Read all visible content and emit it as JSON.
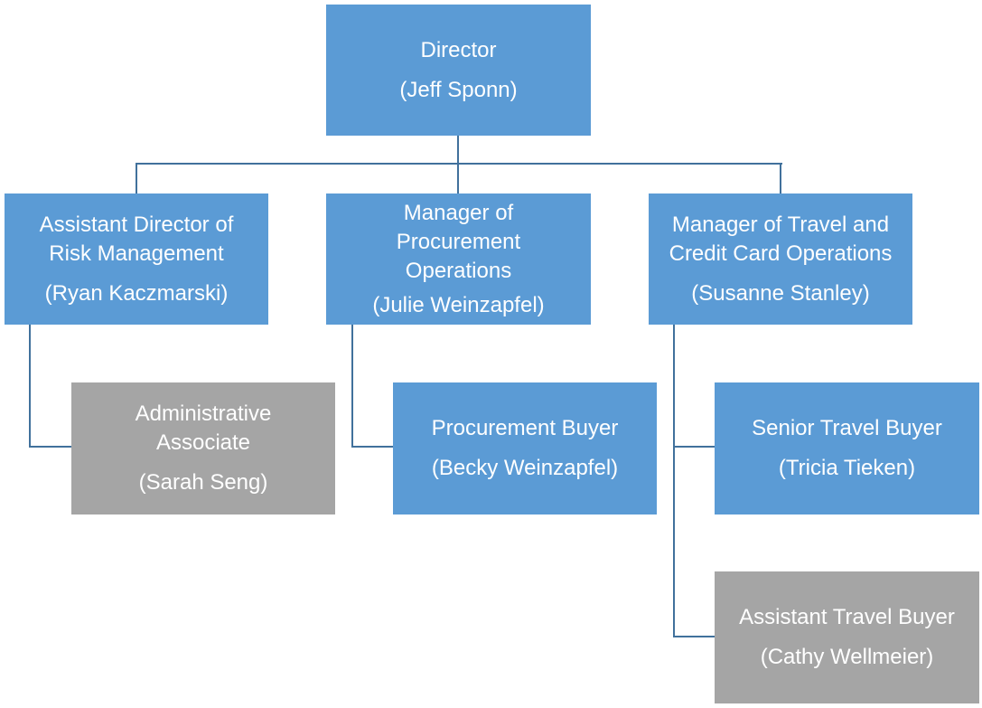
{
  "colors": {
    "primary_box": "#5B9BD5",
    "secondary_box": "#A5A5A5",
    "connector": "#41719C",
    "text": "#FFFFFF"
  },
  "org_chart": {
    "director": {
      "title": "Director",
      "name": "(Jeff Sponn)"
    },
    "managers": [
      {
        "title_lines": [
          "Assistant Director of",
          "Risk Management"
        ],
        "name": "(Ryan Kaczmarski)",
        "reports": [
          {
            "title_lines": [
              "Administrative",
              "Associate"
            ],
            "name": "(Sarah Seng)",
            "style": "gray"
          }
        ]
      },
      {
        "title_lines": [
          "Manager of",
          "Procurement",
          "Operations"
        ],
        "name": "(Julie Weinzapfel)",
        "reports": [
          {
            "title_lines": [
              "Procurement Buyer"
            ],
            "name": "(Becky Weinzapfel)",
            "style": "blue"
          }
        ]
      },
      {
        "title_lines": [
          "Manager of Travel and",
          "Credit Card Operations"
        ],
        "name": "(Susanne Stanley)",
        "reports": [
          {
            "title_lines": [
              "Senior Travel Buyer"
            ],
            "name": "(Tricia Tieken)",
            "style": "blue"
          },
          {
            "title_lines": [
              "Assistant Travel Buyer"
            ],
            "name": "(Cathy Wellmeier)",
            "style": "gray"
          }
        ]
      }
    ]
  }
}
